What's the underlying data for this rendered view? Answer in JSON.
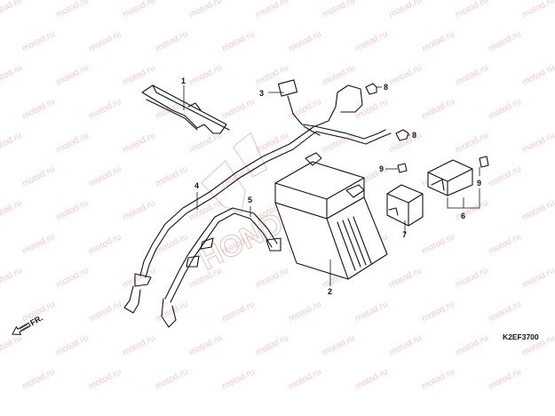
{
  "watermark": {
    "text": "motod.ru",
    "color": "#d98a8a"
  },
  "logo_text": "HONDA",
  "direction_label": "FR.",
  "diagram_code": "K2EF3700",
  "callouts": [
    "1",
    "2",
    "3",
    "4",
    "5",
    "6",
    "7",
    "8",
    "8",
    "9",
    "9"
  ]
}
